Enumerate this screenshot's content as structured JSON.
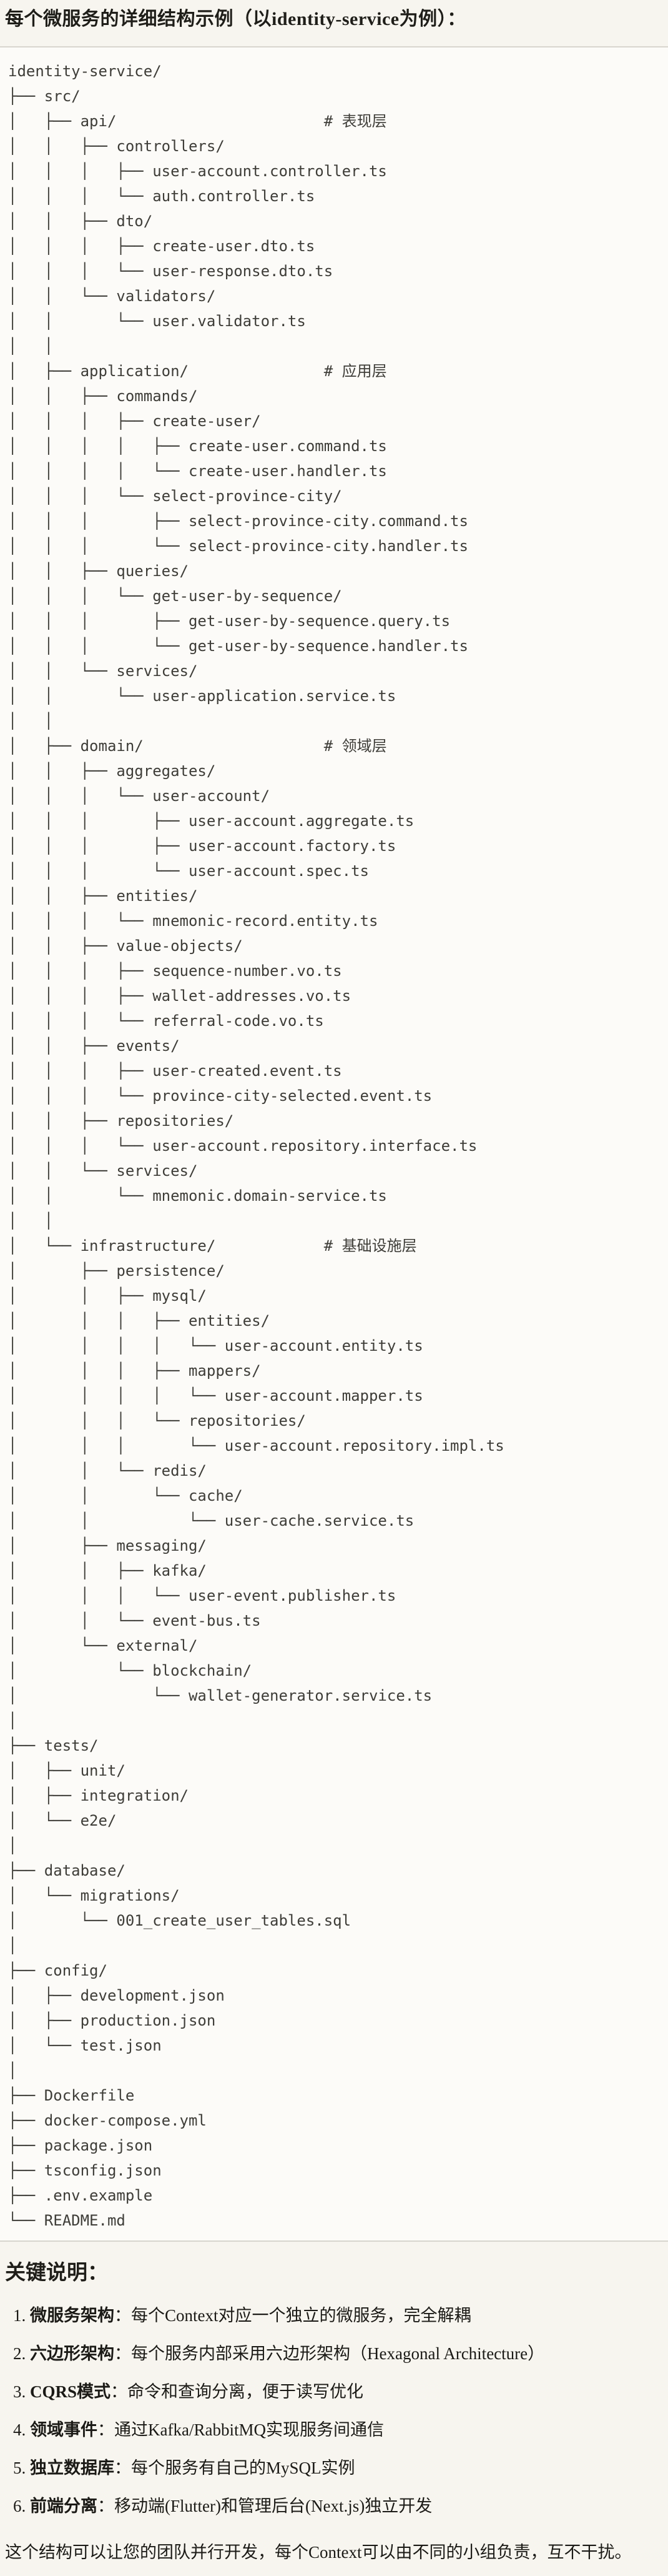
{
  "title": "每个微服务的详细结构示例（以identity-service为例）：",
  "colors": {
    "page_bg": "#f7f5ef",
    "code_bg": "#fcfbf8",
    "code_border": "#d8d6ce",
    "code_text": "#3e3d38",
    "body_text": "#1b1a16"
  },
  "code_block": {
    "language": "plaintext",
    "lines": [
      "identity-service/",
      "├── src/",
      "│   ├── api/                       # 表现层",
      "│   │   ├── controllers/",
      "│   │   │   ├── user-account.controller.ts",
      "│   │   │   └── auth.controller.ts",
      "│   │   ├── dto/",
      "│   │   │   ├── create-user.dto.ts",
      "│   │   │   └── user-response.dto.ts",
      "│   │   └── validators/",
      "│   │       └── user.validator.ts",
      "│   │",
      "│   ├── application/               # 应用层",
      "│   │   ├── commands/",
      "│   │   │   ├── create-user/",
      "│   │   │   │   ├── create-user.command.ts",
      "│   │   │   │   └── create-user.handler.ts",
      "│   │   │   └── select-province-city/",
      "│   │   │       ├── select-province-city.command.ts",
      "│   │   │       └── select-province-city.handler.ts",
      "│   │   ├── queries/",
      "│   │   │   └── get-user-by-sequence/",
      "│   │   │       ├── get-user-by-sequence.query.ts",
      "│   │   │       └── get-user-by-sequence.handler.ts",
      "│   │   └── services/",
      "│   │       └── user-application.service.ts",
      "│   │",
      "│   ├── domain/                    # 领域层",
      "│   │   ├── aggregates/",
      "│   │   │   └── user-account/",
      "│   │   │       ├── user-account.aggregate.ts",
      "│   │   │       ├── user-account.factory.ts",
      "│   │   │       └── user-account.spec.ts",
      "│   │   ├── entities/",
      "│   │   │   └── mnemonic-record.entity.ts",
      "│   │   ├── value-objects/",
      "│   │   │   ├── sequence-number.vo.ts",
      "│   │   │   ├── wallet-addresses.vo.ts",
      "│   │   │   └── referral-code.vo.ts",
      "│   │   ├── events/",
      "│   │   │   ├── user-created.event.ts",
      "│   │   │   └── province-city-selected.event.ts",
      "│   │   ├── repositories/",
      "│   │   │   └── user-account.repository.interface.ts",
      "│   │   └── services/",
      "│   │       └── mnemonic.domain-service.ts",
      "│   │",
      "│   └── infrastructure/            # 基础设施层",
      "│       ├── persistence/",
      "│       │   ├── mysql/",
      "│       │   │   ├── entities/",
      "│       │   │   │   └── user-account.entity.ts",
      "│       │   │   ├── mappers/",
      "│       │   │   │   └── user-account.mapper.ts",
      "│       │   │   └── repositories/",
      "│       │   │       └── user-account.repository.impl.ts",
      "│       │   └── redis/",
      "│       │       └── cache/",
      "│       │           └── user-cache.service.ts",
      "│       ├── messaging/",
      "│       │   ├── kafka/",
      "│       │   │   └── user-event.publisher.ts",
      "│       │   └── event-bus.ts",
      "│       └── external/",
      "│           └── blockchain/",
      "│               └── wallet-generator.service.ts",
      "│",
      "├── tests/",
      "│   ├── unit/",
      "│   ├── integration/",
      "│   └── e2e/",
      "│",
      "├── database/",
      "│   └── migrations/",
      "│       └── 001_create_user_tables.sql",
      "│",
      "├── config/",
      "│   ├── development.json",
      "│   ├── production.json",
      "│   └── test.json",
      "│",
      "├── Dockerfile",
      "├── docker-compose.yml",
      "├── package.json",
      "├── tsconfig.json",
      "├── .env.example",
      "└── README.md"
    ]
  },
  "notes": {
    "heading": "关键说明：",
    "items": [
      {
        "label": "微服务架构",
        "text": "：每个Context对应一个独立的微服务，完全解耦"
      },
      {
        "label": "六边形架构",
        "text": "：每个服务内部采用六边形架构（Hexagonal Architecture）"
      },
      {
        "label": "CQRS模式",
        "text": "：命令和查询分离，便于读写优化"
      },
      {
        "label": "领域事件",
        "text": "：通过Kafka/RabbitMQ实现服务间通信"
      },
      {
        "label": "独立数据库",
        "text": "：每个服务有自己的MySQL实例"
      },
      {
        "label": "前端分离",
        "text": "：移动端(Flutter)和管理后台(Next.js)独立开发"
      }
    ],
    "closing": "这个结构可以让您的团队并行开发，每个Context可以由不同的小组负责，互不干扰。"
  }
}
